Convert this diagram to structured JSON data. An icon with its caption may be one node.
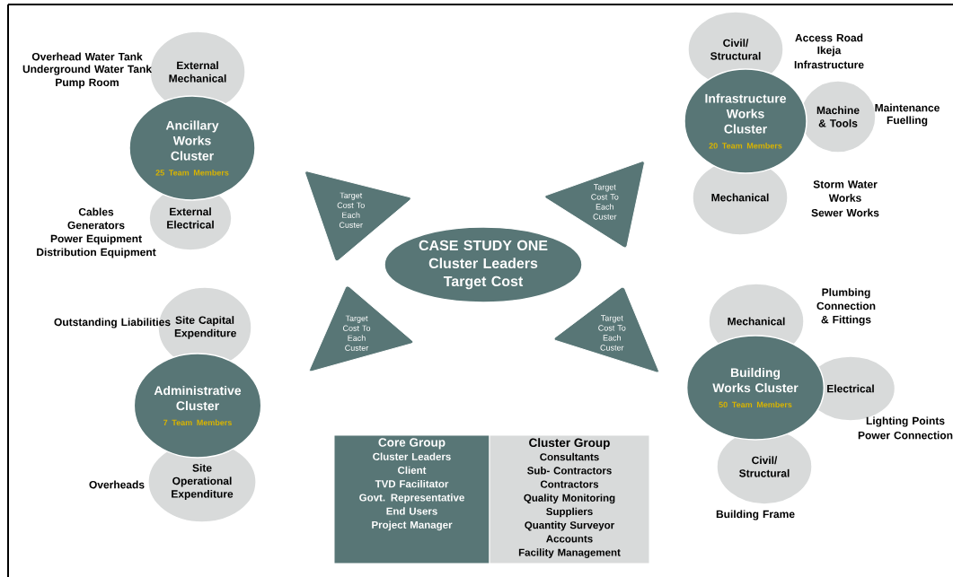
{
  "diagram": {
    "nodes": [
      {
        "text": [
          "Ancillary Works Cluster",
          "25 Team Members"
        ]
      },
      {
        "text": [
          "External Mechanical"
        ],
        "beside": [
          "Overhead Water Tank",
          "Underground Water Tank",
          "Pump Room"
        ]
      },
      {
        "text": [
          "External Electrical"
        ],
        "beside": [
          "Cables",
          "Generators",
          "Power Equipment",
          "Distribution Equipment"
        ]
      },
      {
        "text": [
          "Infrastructure Works Cluster",
          "20 Team Members"
        ]
      },
      {
        "text": [
          "Civil/ Structural"
        ],
        "beside": [
          "Access Road",
          "Ikeja",
          "Infrastructure"
        ]
      },
      {
        "text": [
          "Machine & Tools"
        ],
        "beside": [
          "Maintenance",
          "Fuelling"
        ]
      },
      {
        "text": [
          "Mechanical"
        ],
        "beside": [
          "Storm Water Works",
          "Sewer Works"
        ]
      },
      {
        "text": [
          "Target Cost To Each Custer"
        ]
      },
      {
        "text": [
          "Target Cost To Each Custer"
        ]
      },
      {
        "text": [
          "CASE STUDY ONE Cluster Leaders Target Cost"
        ]
      },
      {
        "text": [
          "Target Cost To Each Custer"
        ]
      },
      {
        "text": [
          "Target Cost To Each Custer"
        ]
      },
      {
        "text": [
          "Administrative Cluster",
          "7 Team Members"
        ]
      },
      {
        "text": [
          "Site Capital Expenditure"
        ],
        "beside": [
          "Outstanding Liabilities"
        ]
      },
      {
        "text": [
          "Site Operational Expenditure"
        ],
        "beside": [
          "Overheads"
        ]
      },
      {
        "text": [
          "Building Works Cluster",
          "50 Team Members"
        ]
      },
      {
        "text": [
          "Mechanical"
        ],
        "beside": [
          "Plumbing Connection & Fittings"
        ]
      },
      {
        "text": [
          "Electrical"
        ],
        "beside": [
          "Lighting Points",
          "Power Connection"
        ]
      },
      {
        "text": [
          "Civil/ Structural"
        ],
        "beside": [
          "Building Frame"
        ]
      },
      {
        "text": [
          "Core Group",
          "Cluster Leaders",
          "Client",
          "TVD Facilitator",
          "Govt. Representative",
          "End Users",
          "Project Manager"
        ]
      },
      {
        "text": [
          "Cluster Group",
          "Consultants",
          "Sub- Contractors",
          "Contractors",
          "Quality Monitoring",
          "Suppliers",
          "Quantity Surveyor",
          "Accounts",
          "Facility Management"
        ]
      }
    ]
  }
}
